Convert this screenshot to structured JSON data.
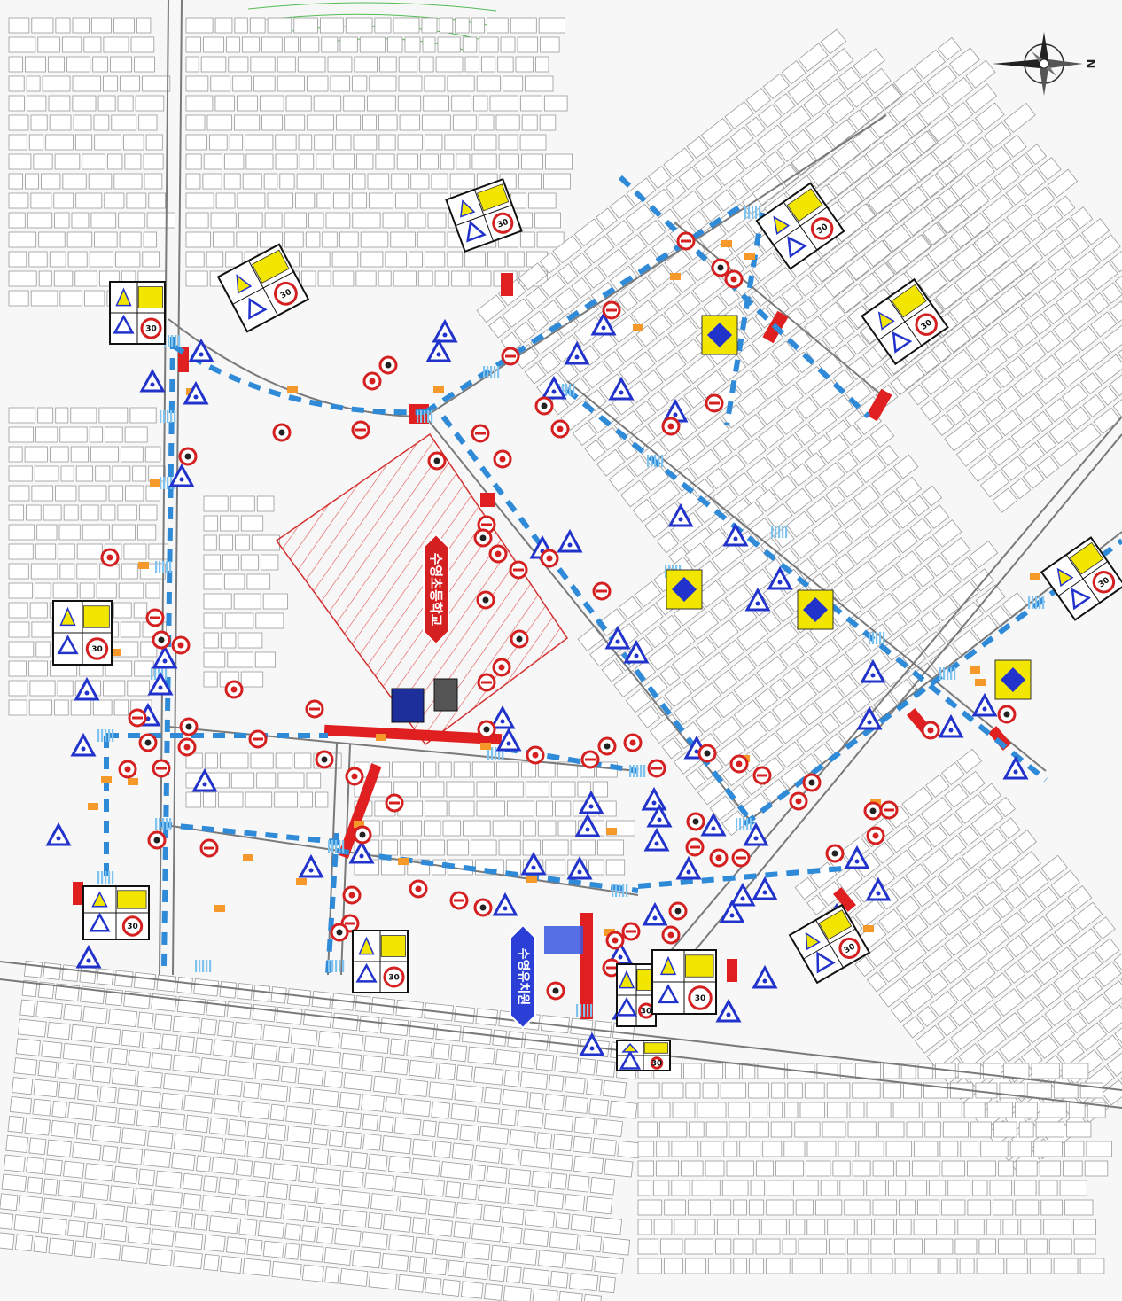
{
  "map": {
    "labels": {
      "school": "수영초등학교",
      "kindergarten": "수영유치원"
    },
    "compass_label": "N",
    "speed_limit_value": "30",
    "colors": {
      "background": "#f7f7f7",
      "building_outline": "#9a9a9a",
      "road_outline": "#7a7a7a",
      "school_zone": "#e03030",
      "route_blue": "#2f8ad8",
      "crosswalk": "#7fc4ee",
      "sign_blue": "#2233cc",
      "sign_red": "#d42020",
      "sign_yellow": "#f2e600",
      "marker_orange": "#f59a2a",
      "contour_green": "#55bb55"
    },
    "icons": [
      "compass-rose-icon",
      "speed-limit-30-sign-icon",
      "child-crossing-sign-icon",
      "no-parking-sign-icon",
      "school-zone-board-icon"
    ]
  }
}
